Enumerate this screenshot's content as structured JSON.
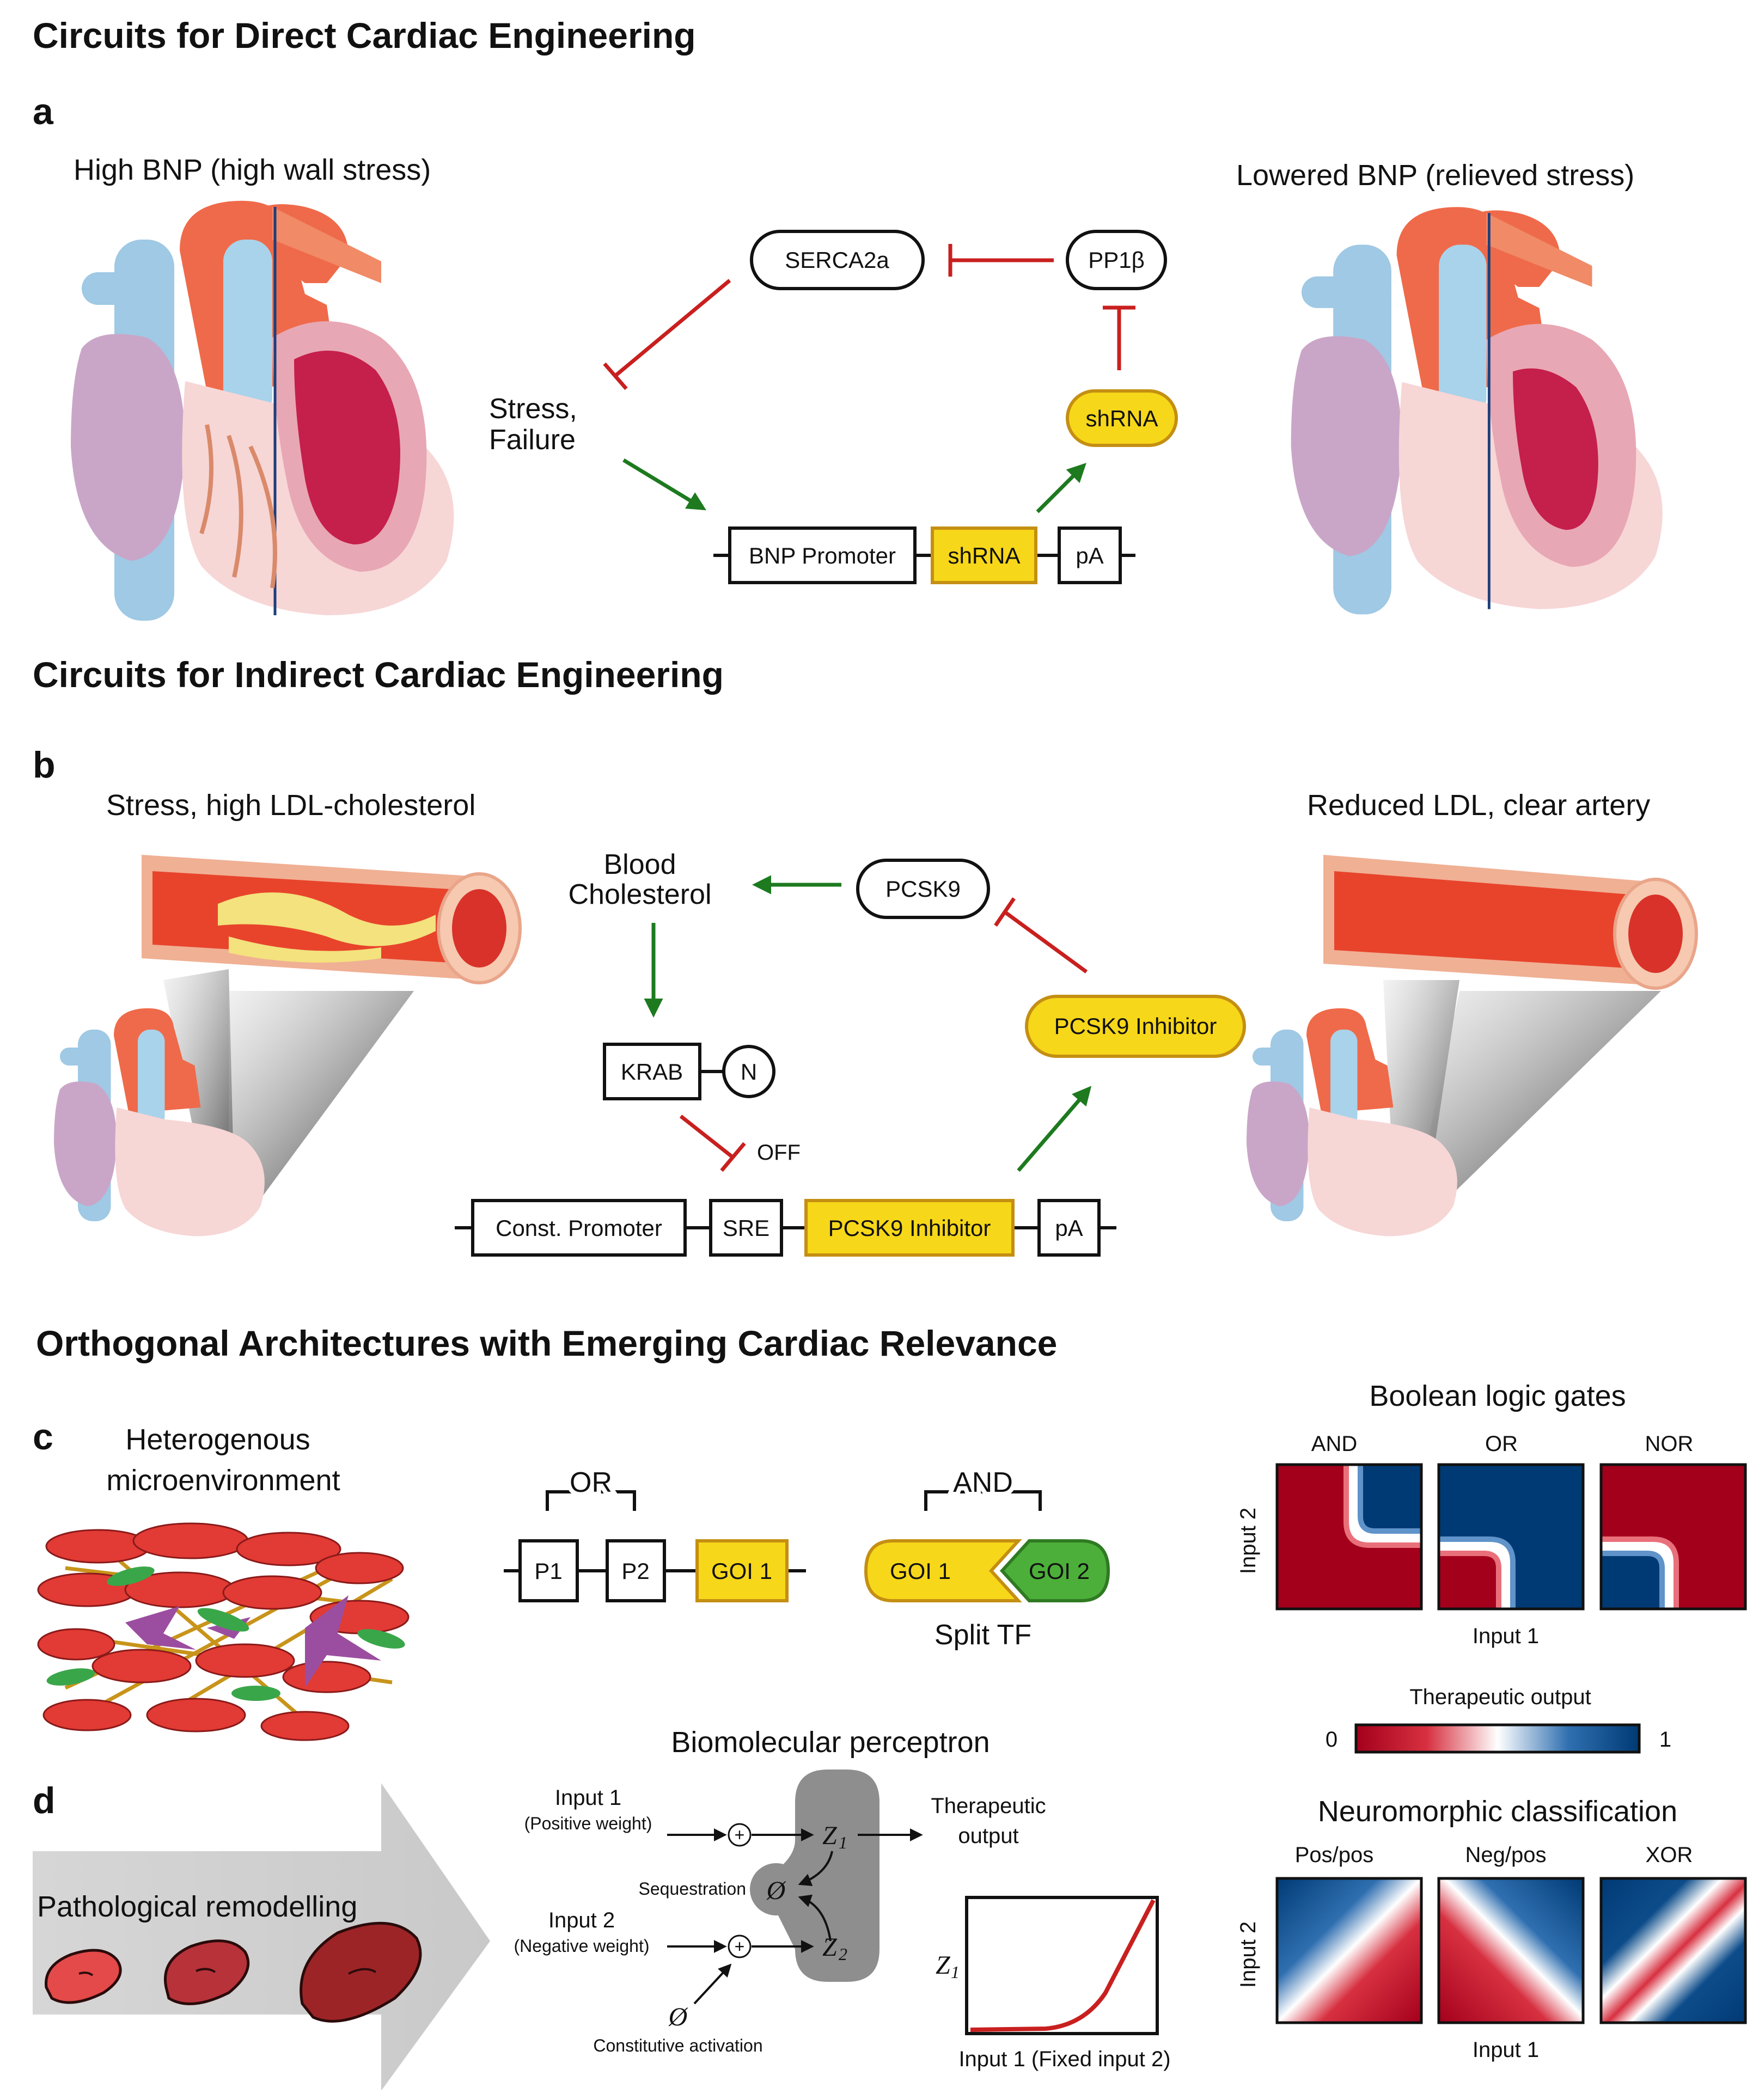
{
  "headings": {
    "direct": "Circuits for Direct Cardiac Engineering",
    "indirect": "Circuits for Indirect Cardiac Engineering",
    "orthogonal": "Orthogonal Architectures with Emerging Cardiac Relevance"
  },
  "panels": {
    "a": "a",
    "b": "b",
    "c": "c",
    "d": "d"
  },
  "panel_a": {
    "left_caption": "High BNP (high wall stress)",
    "right_caption": "Lowered BNP (relieved stress)",
    "serca": "SERCA2a",
    "pp1b": "PP1β",
    "stress_line1": "Stress,",
    "stress_line2": "Failure",
    "shrna_out": "shRNA",
    "construct": [
      "BNP Promoter",
      "shRNA",
      "pA"
    ]
  },
  "panel_b": {
    "left_caption": "Stress, high LDL-cholesterol",
    "right_caption": "Reduced LDL, clear artery",
    "blood1": "Blood",
    "blood2": "Cholesterol",
    "pcsk9": "PCSK9",
    "inhibitor": "PCSK9 Inhibitor",
    "krab": "KRAB",
    "n": "N",
    "off": "OFF",
    "construct": [
      "Const. Promoter",
      "SRE",
      "PCSK9 Inhibitor",
      "pA"
    ]
  },
  "panel_c": {
    "micro1": "Heterogenous",
    "micro2": "microenvironment",
    "or_label": "OR",
    "and_label": "AND",
    "p1": "P1",
    "p2": "P2",
    "goi1": "GOI 1",
    "goi1_split": "GOI 1",
    "goi2": "GOI 2",
    "split_tf": "Split TF",
    "boolean_title": "Boolean logic gates",
    "gates": [
      "AND",
      "OR",
      "NOR"
    ],
    "input2": "Input 2",
    "input1": "Input 1",
    "colorbar_title": "Therapeutic output",
    "colorbar_min": "0",
    "colorbar_max": "1"
  },
  "panel_d": {
    "remodel": "Pathological remodelling",
    "perceptron_title": "Biomolecular perceptron",
    "input1": "Input 1",
    "input1_sub": "(Positive weight)",
    "input2": "Input 2",
    "input2_sub": "(Negative weight)",
    "sequestration": "Sequestration",
    "constitutive": "Constitutive activation",
    "therapeutic1": "Therapeutic",
    "therapeutic2": "output",
    "z1": "Z",
    "z2": "Z",
    "sub1": "1",
    "sub2": "2",
    "null": "Ø",
    "plot_ylabel": "Z",
    "plot_xlabel": "Input 1 (Fixed input 2)",
    "neuro_title": "Neuromorphic classification",
    "classes": [
      "Pos/pos",
      "Neg/pos",
      "XOR"
    ],
    "input1_axis": "Input 1"
  },
  "colors": {
    "repression": "#c8201f",
    "activation": "#1d7a1f",
    "yellow_fill": "#f7d71a",
    "green_fill": "#4caf3a",
    "map_low": "#a3001c",
    "map_mid": "#ffffff",
    "map_high": "#003a75"
  }
}
